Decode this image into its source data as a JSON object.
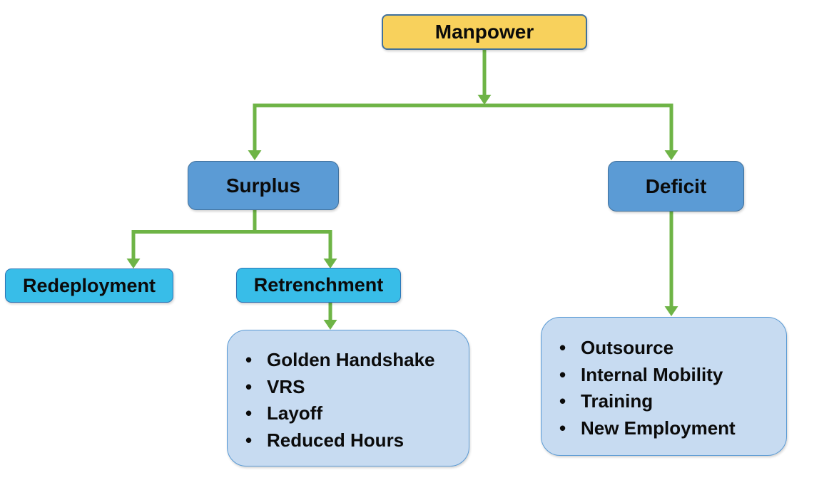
{
  "diagram": {
    "type": "flowchart",
    "root": {
      "label": "Manpower"
    },
    "branches": [
      {
        "id": "surplus",
        "label": "Surplus"
      },
      {
        "id": "deficit",
        "label": "Deficit"
      }
    ],
    "surplus_children": [
      {
        "id": "redeployment",
        "label": "Redeployment"
      },
      {
        "id": "retrenchment",
        "label": "Retrenchment"
      }
    ],
    "retrenchment_options": [
      "Golden Handshake",
      "VRS",
      "Layoff",
      "Reduced Hours"
    ],
    "deficit_options": [
      "Outsource",
      "Internal Mobility",
      "Training",
      "New Employment"
    ]
  },
  "colors": {
    "background": "#FFFFFF",
    "root_fill": "#F8D15C",
    "root_border": "#41719C",
    "branch_fill": "#5B9BD5",
    "branch_border": "#41719C",
    "leaf_fill": "#38BDE8",
    "leaf_border": "#2E75B6",
    "options_fill": "#C7DBF1",
    "options_border": "#5B9BD5",
    "connector": "#6EB446",
    "text": "#0B0B0B"
  }
}
